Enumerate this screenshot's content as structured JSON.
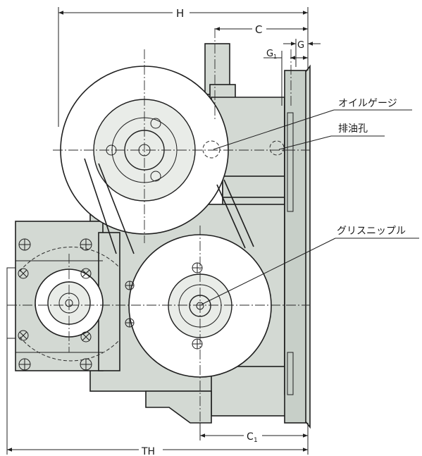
{
  "labels": {
    "oil_gauge": "オイルゲージ",
    "drain_hole": "排油孔",
    "grease_nipple": "グリスニップル"
  },
  "dimensions": {
    "H": "H",
    "C": "C",
    "G": "G",
    "G1": "G",
    "G1_sub": "1",
    "C1": "C",
    "C1_sub": "1",
    "TH": "TH"
  },
  "colors": {
    "housing_fill": "#d3d9d3",
    "line": "#1f1f1f"
  }
}
